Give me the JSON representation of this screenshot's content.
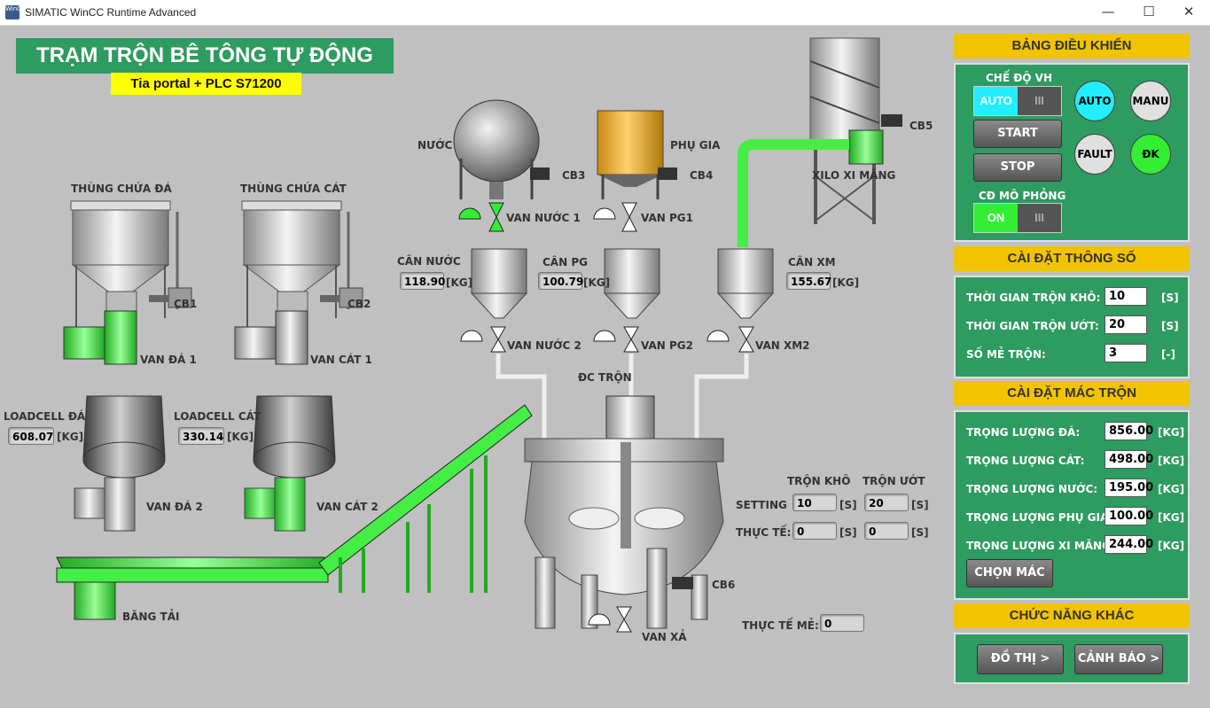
{
  "window": {
    "title": "SIMATIC WinCC Runtime Advanced",
    "icon_text": "WinCC"
  },
  "header": {
    "title": "TRẠM TRỘN BÊ TÔNG TỰ ĐỘNG",
    "subtitle": "Tia portal + PLC S71200"
  },
  "bins": {
    "stone_title": "THÙNG CHỨA ĐÁ",
    "sand_title": "THÙNG CHỨA CÁT",
    "cb1": "CB1",
    "cb2": "CB2",
    "valve_stone1": "VAN ĐÁ 1",
    "valve_sand1": "VAN CÁT 1"
  },
  "loadcells": {
    "stone_label": "LOADCELL ĐÁ",
    "stone_value": "608.07",
    "stone_unit": "[KG]",
    "sand_label": "LOADCELL CÁT",
    "sand_value": "330.14",
    "sand_unit": "[KG]",
    "valve_stone2": "VAN ĐÁ 2",
    "valve_sand2": "VAN CÁT 2"
  },
  "conveyor": {
    "label": "BĂNG TẢI"
  },
  "tanks": {
    "water": "NƯỚC",
    "additive": "PHỤ GIA",
    "cement_silo": "XILO XI MĂNG",
    "cb3": "CB3",
    "cb4": "CB4",
    "cb5": "CB5",
    "cb6": "CB6",
    "valve_water1": "VAN NƯỚC 1",
    "valve_pg1": "VAN PG1",
    "valve_water2": "VAN NƯỚC 2",
    "valve_pg2": "VAN PG2",
    "valve_xm2": "VAN XM2",
    "mixer_motor": "ĐC TRỘN",
    "drain_valve": "VAN XẢ"
  },
  "scales": {
    "water_label": "CÂN NƯỚC",
    "water_value": "118.90",
    "water_unit": "[KG]",
    "pg_label": "CÂN PG",
    "pg_value": "100.79",
    "pg_unit": "[KG]",
    "xm_label": "CÂN XM",
    "xm_value": "155.67",
    "xm_unit": "[KG]"
  },
  "timers": {
    "dry_header": "TRỘN KHÔ",
    "wet_header": "TRỘN ƯỚT",
    "setting_label": "SETTING",
    "actual_label": "THỰC TẾ:",
    "setting_dry": "10",
    "setting_wet": "20",
    "actual_dry": "0",
    "actual_wet": "0",
    "unit": "[S]",
    "batch_label": "THỰC TẾ MẺ:",
    "batch_value": "0"
  },
  "control_panel": {
    "title": "BẢNG ĐIỀU KHIỂN",
    "mode_label": "CHẾ ĐỘ VH",
    "mode_on": "AUTO",
    "mode_off": "III",
    "start": "START",
    "stop": "STOP",
    "sim_label": "CĐ MÔ PHỎNG",
    "sim_on": "ON",
    "sim_off": "III",
    "ind_auto": "AUTO",
    "ind_manu": "MANU",
    "ind_fault": "FAULT",
    "ind_dk": "ĐK"
  },
  "params": {
    "title": "CÀI ĐẶT THÔNG SỐ",
    "rows": [
      {
        "label": "THỜI GIAN TRỘN KHÔ:",
        "value": "10",
        "unit": "[S]"
      },
      {
        "label": "THỜI GIAN TRỘN ƯỚT:",
        "value": "20",
        "unit": "[S]"
      },
      {
        "label": "SỐ MẺ TRỘN:",
        "value": "3",
        "unit": "[-]"
      }
    ]
  },
  "recipe": {
    "title": "CÀI ĐẶT MÁC TRỘN",
    "rows": [
      {
        "label": "TRỌNG LƯỢNG ĐÁ:",
        "value": "856.00",
        "unit": "[KG]"
      },
      {
        "label": "TRỌNG LƯỢNG CÁT:",
        "value": "498.00",
        "unit": "[KG]"
      },
      {
        "label": "TRỌNG LƯỢNG NƯỚC:",
        "value": "195.00",
        "unit": "[KG]"
      },
      {
        "label": "TRỌNG LƯỢNG PHỤ GIA:",
        "value": "100.00",
        "unit": "[KG]"
      },
      {
        "label": "TRỌNG LƯỢNG XI MĂNG:",
        "value": "244.00",
        "unit": "[KG]"
      }
    ],
    "choose_button": "CHỌN MÁC"
  },
  "other": {
    "title": "CHỨC NĂNG KHÁC",
    "graph_button": "ĐỒ THỊ >",
    "alarm_button": "CẢNH BÁO >"
  },
  "colors": {
    "panel_green": "#2e9b60",
    "header_yellow": "#f2c300",
    "active_green": "#33ee33",
    "active_cyan": "#22eeff"
  }
}
